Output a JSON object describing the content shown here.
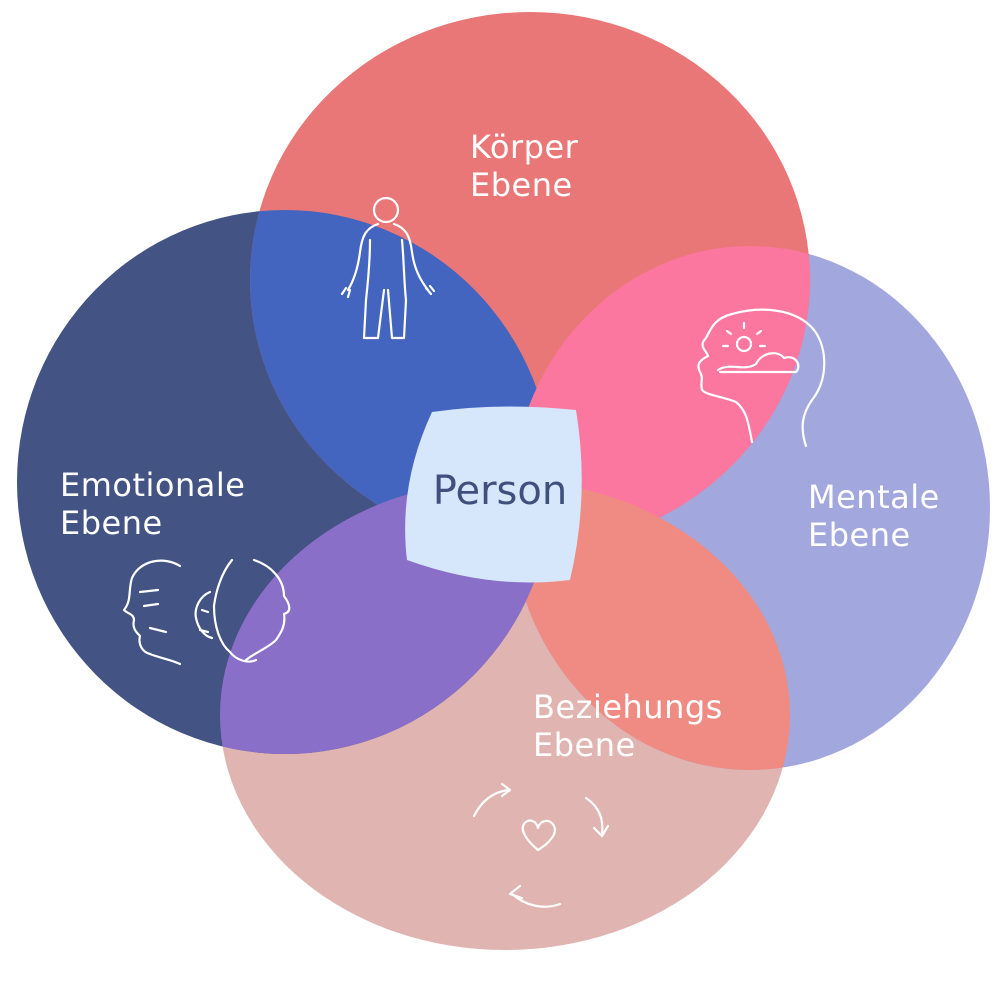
{
  "diagram": {
    "center": {
      "label": "Person",
      "color": "#d6e6fb"
    },
    "circles": [
      {
        "key": "emotional",
        "line1": "Emotionale",
        "line2": "Ebene",
        "color": "#425384",
        "icon": "faces-icon"
      },
      {
        "key": "body",
        "line1": "Körper",
        "line2": "Ebene",
        "color": "#ea7777",
        "icon": "human-figure-icon"
      },
      {
        "key": "mental",
        "line1": "Mentale",
        "line2": "Ebene",
        "color": "#a2a8de",
        "icon": "head-with-cloud-icon"
      },
      {
        "key": "relation",
        "line1": "Beziehungs",
        "line2": "Ebene",
        "color": "#e0b4b0",
        "icon": "heart-cycle-icon"
      }
    ],
    "overlap_colors": {
      "emotional_body": "#4364bf",
      "body_mental": "#fb77a0",
      "mental_relation": "#ef8b83",
      "relation_emotional": "#8a6fc8"
    }
  }
}
